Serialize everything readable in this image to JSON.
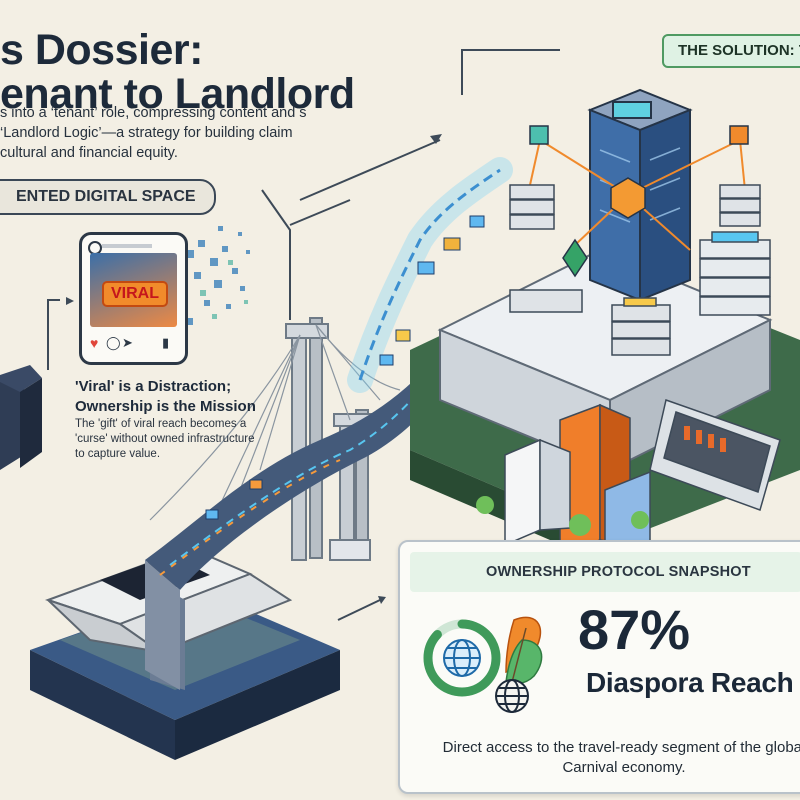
{
  "header": {
    "title_line1": "s Dossier:",
    "title_line2": "enant to Landlord",
    "intro": "s into a ‘tenant’ role, compressing content and s ‘Landlord Logic’—a strategy for building claim cultural and financial equity."
  },
  "left_panel": {
    "section_label": "ENTED DIGITAL SPACE",
    "viral_badge": "VIRAL",
    "headline_line1": "'Viral' is a Distraction;",
    "headline_line2": "Ownership is the Mission",
    "body": "The 'gift' of viral reach becomes a 'curse' without owned infrastructure to capture value."
  },
  "right_panel": {
    "solution_label": "THE SOLUTION: T"
  },
  "snapshot": {
    "title": "OWNERSHIP PROTOCOL SNAPSHOT",
    "metric_value": "87%",
    "metric_label": "Diaspora Reach",
    "description": "Direct access to the travel-ready segment of the global Carnival economy.",
    "gauge_percent": 87
  },
  "colors": {
    "background": "#f3efe4",
    "accent_green": "#4f9a62",
    "accent_orange": "#f18b2b",
    "accent_blue": "#2f6fb0",
    "dark_navy": "#1d2a3a"
  },
  "icons": [
    "globe-icon",
    "feather-icon",
    "heart-icon",
    "comment-icon",
    "share-icon"
  ]
}
